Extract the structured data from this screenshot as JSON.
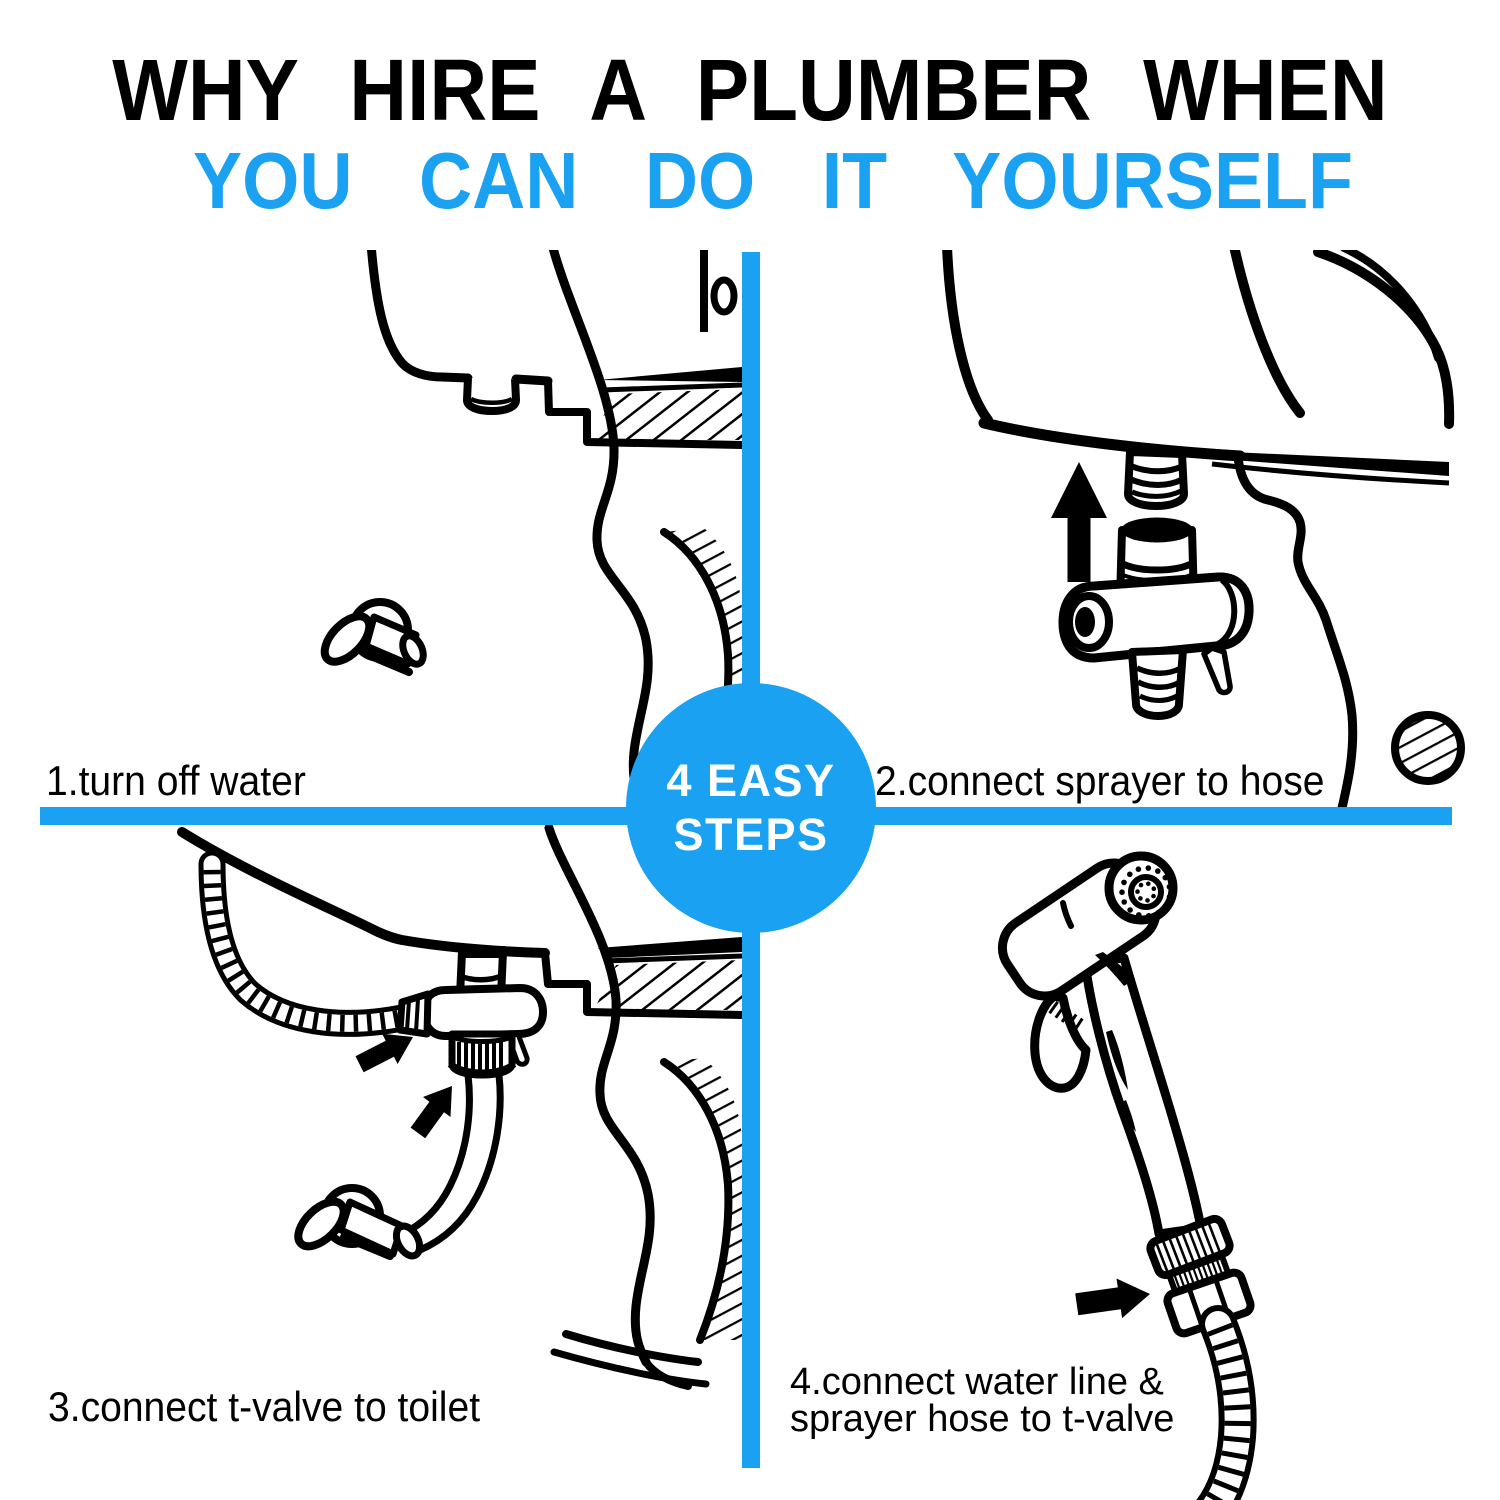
{
  "title": {
    "line1": "WHY HIRE A PLUMBER WHEN",
    "line2": "YOU CAN DO IT YOURSELF",
    "line1_color": "#000000",
    "line2_color": "#1BA1F2"
  },
  "badge": {
    "line1": "4 EASY",
    "line2": "STEPS",
    "bg_color": "#1BA1F2",
    "text_color": "#FFFFFF"
  },
  "steps": [
    {
      "label": "1.turn off water",
      "illustration": "toilet-side-view-with-water-shutoff-valve"
    },
    {
      "label": "2.connect sprayer to hose",
      "illustration": "t-valve-under-tank-with-up-arrow"
    },
    {
      "label": "3.connect t-valve to toilet",
      "illustration": "t-valve-with-braided-hose-and-supply-line"
    },
    {
      "label_lines": [
        "4.connect water line &",
        "sprayer hose to t-valve"
      ],
      "illustration": "hand-sprayer-with-hose"
    }
  ],
  "divider_color": "#1BA1F2",
  "ink_color": "#000000",
  "background_color": "#FFFFFF"
}
